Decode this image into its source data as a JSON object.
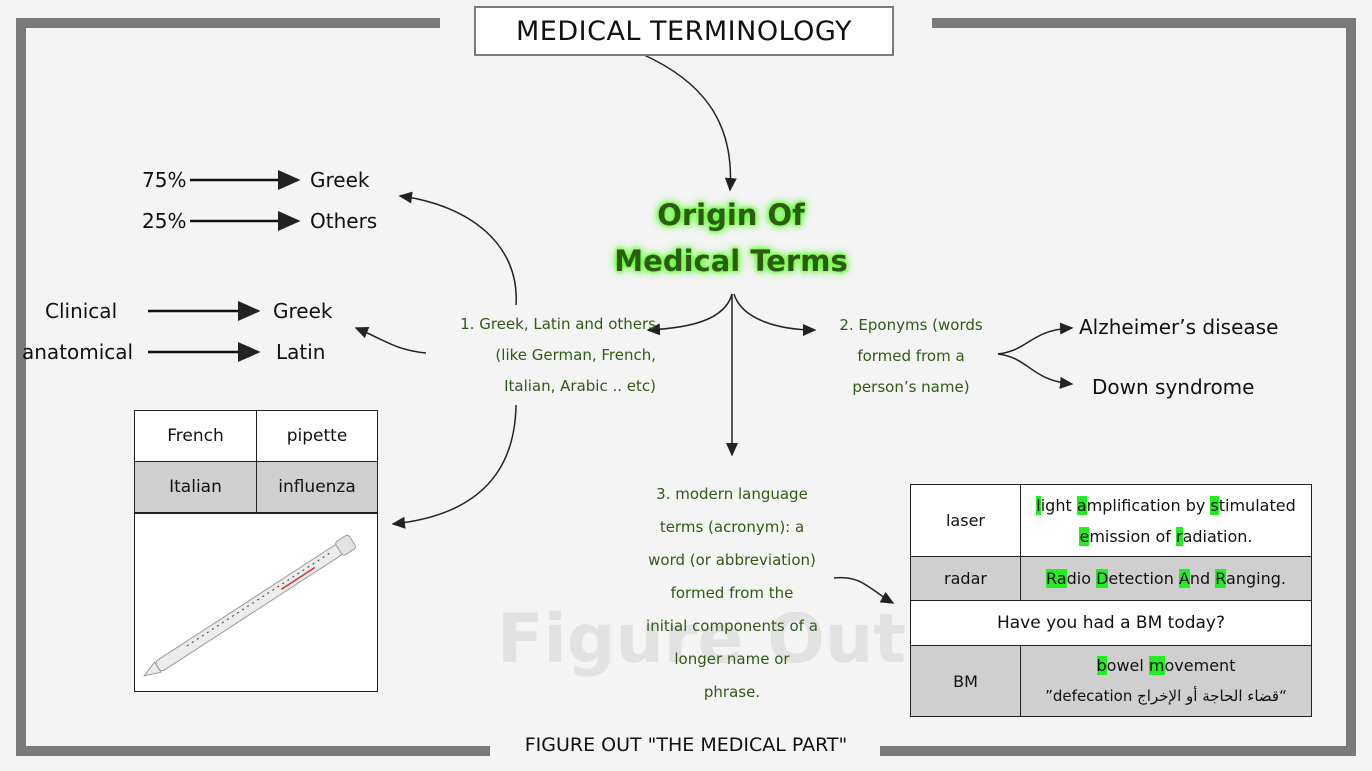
{
  "title": "MEDICAL TERMINOLOGY",
  "origin": {
    "line1": "Origin Of",
    "line2": "Medical Terms"
  },
  "branch1": {
    "line1": "1. Greek, Latin and others",
    "line2": "(like German, French,",
    "line3": "Italian, Arabic .. etc)",
    "percent_rows": [
      {
        "value": "75%",
        "target": "Greek"
      },
      {
        "value": "25%",
        "target": "Others"
      }
    ],
    "term_rows": [
      {
        "kind": "Clinical",
        "target": "Greek"
      },
      {
        "kind": "anatomical",
        "target": "Latin"
      }
    ],
    "table": [
      {
        "lang": "French",
        "word": "pipette"
      },
      {
        "lang": "Italian",
        "word": "influenza"
      }
    ]
  },
  "branch2": {
    "line1": "2. Eponyms (words",
    "line2": "formed from a",
    "line3": "person’s name)",
    "examples": [
      "Alzheimer’s disease",
      "Down syndrome"
    ]
  },
  "branch3": {
    "lines": [
      "3. modern language",
      "terms (acronym): a",
      "word (or abbreviation)",
      "formed from the",
      "initial components of a",
      "longer name or",
      "phrase."
    ]
  },
  "acronyms": {
    "laser": {
      "term": "laser",
      "l1_a": "l",
      "l1_b": "ight ",
      "l1_c": "a",
      "l1_d": "mplification by ",
      "l1_e": "s",
      "l1_f": "timulated",
      "l2_a": "e",
      "l2_b": "mission of ",
      "l2_c": "r",
      "l2_d": "adiation."
    },
    "radar": {
      "term": "radar",
      "p1": "Ra",
      "p2": "dio ",
      "p3": "D",
      "p4": "etection ",
      "p5": "A",
      "p6": "nd ",
      "p7": "R",
      "p8": "anging."
    },
    "question": "Have you had a BM today?",
    "bm": {
      "term": "BM",
      "p1": "b",
      "p2": "owel ",
      "p3": "m",
      "p4": "ovement",
      "line2": "”defecation  قضاء الحاجة أو الإخراج“"
    }
  },
  "footer": "FIGURE OUT  \"THE MEDICAL PART\"",
  "colors": {
    "glow": "#55ff22",
    "green_text": "#2f5a16",
    "highlight": "#22ee22",
    "frame": "#7a7a7a"
  }
}
